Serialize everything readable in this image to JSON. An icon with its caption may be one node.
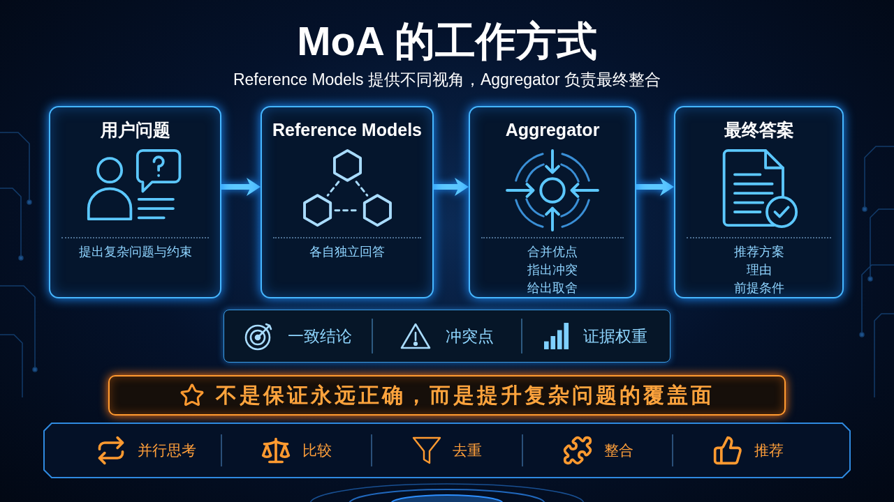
{
  "diagram": {
    "title": "MoA 的工作方式",
    "nodes": [
      {
        "text": [
          "用户问题",
          "提出复杂问题与约束"
        ]
      },
      {
        "text": [
          "Reference Models",
          "各自独立回答"
        ]
      },
      {
        "text": [
          "Aggregator",
          "合并优点",
          "指出冲突",
          "给出取舍"
        ]
      },
      {
        "text": [
          "最终答案",
          "推荐方案",
          "理由",
          "前提条件"
        ]
      },
      {
        "text": [
          "一致结论",
          "冲突点",
          "证据权重"
        ]
      },
      {
        "text": [
          "不是保证永远正确，而是提升复杂问题的覆盖面"
        ]
      },
      {
        "text": [
          "并行思考",
          "比较",
          "去重",
          "整合",
          "推荐"
        ]
      }
    ],
    "edges": [
      {
        "from": 0,
        "to": 1,
        "arrow": "to"
      },
      {
        "from": 1,
        "to": 2,
        "arrow": "to"
      },
      {
        "from": 2,
        "to": 3,
        "arrow": "to"
      }
    ],
    "labels": [
      "Reference Models 提供不同视角，Aggregator 负责最终整合"
    ]
  }
}
